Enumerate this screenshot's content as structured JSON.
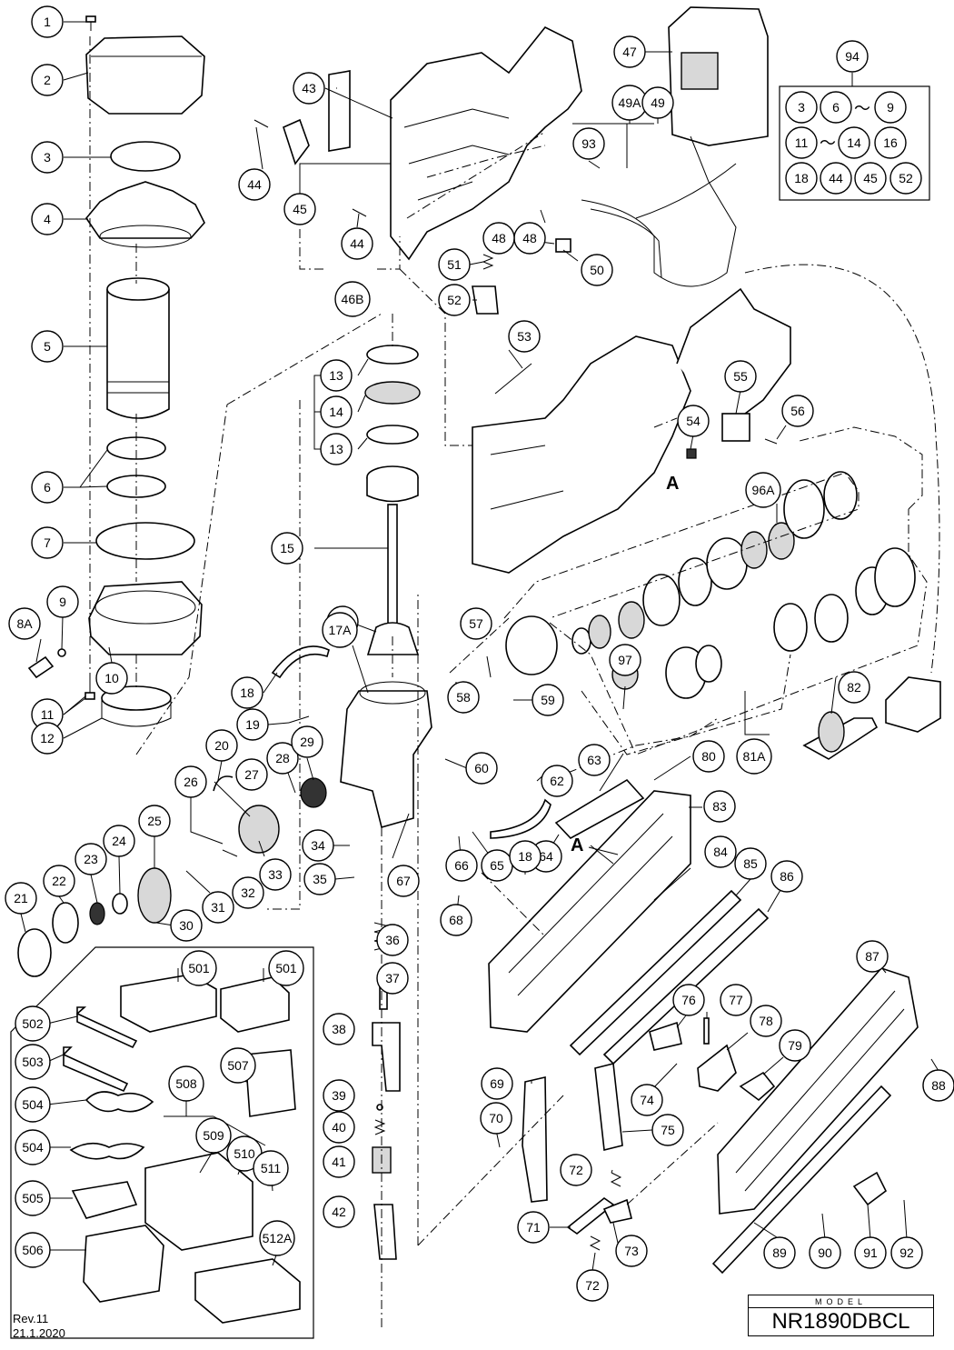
{
  "diagram": {
    "model_caption": "MODEL",
    "model_name": "NR1890DBCL",
    "revision": "Rev.11",
    "date": "21.1.2020",
    "section_marker": "A",
    "kit_box": {
      "header": "94",
      "items": [
        "3",
        "6",
        "9",
        "11",
        "14",
        "16",
        "18",
        "44",
        "45",
        "52"
      ],
      "range_symbol": "〜"
    },
    "callouts": [
      "1",
      "2",
      "3",
      "4",
      "5",
      "6",
      "7",
      "8A",
      "9",
      "10",
      "11",
      "12",
      "13",
      "14",
      "13",
      "15",
      "16",
      "17A",
      "18",
      "19",
      "20",
      "21",
      "22",
      "23",
      "24",
      "25",
      "26",
      "27",
      "28",
      "29",
      "30",
      "31",
      "32",
      "33",
      "34",
      "35",
      "36",
      "37",
      "38",
      "39",
      "40",
      "41",
      "42",
      "43",
      "44",
      "44",
      "45",
      "46B",
      "47",
      "48",
      "48",
      "49A",
      "49",
      "50",
      "51",
      "52",
      "53",
      "54",
      "55",
      "56",
      "57",
      "58",
      "59",
      "60",
      "62",
      "63",
      "64",
      "65",
      "66",
      "67",
      "68",
      "18",
      "69",
      "70",
      "71",
      "72",
      "72",
      "73",
      "74",
      "75",
      "76",
      "77",
      "78",
      "79",
      "80",
      "81A",
      "82",
      "83",
      "84",
      "85",
      "86",
      "87",
      "88",
      "89",
      "90",
      "91",
      "92",
      "93",
      "96A",
      "97",
      "501",
      "501",
      "502",
      "503",
      "504",
      "504",
      "505",
      "506",
      "507",
      "508",
      "509",
      "510",
      "511",
      "512A"
    ]
  }
}
